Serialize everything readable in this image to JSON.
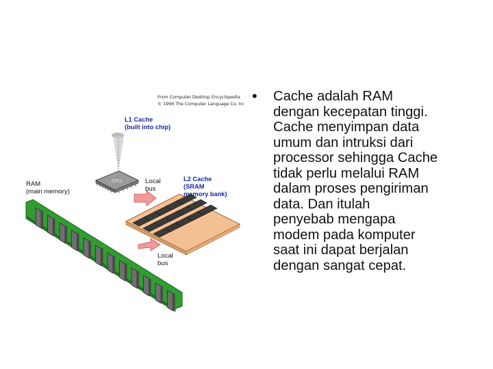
{
  "figure": {
    "credit_line1": "From Computer Desktop Encyclopedia",
    "credit_line2": "© 1996 The Computer Language Co. Inc.",
    "labels": {
      "l1_line1": "L1 Cache",
      "l1_line2": "(built into chip)",
      "ram_line1": "RAM",
      "ram_line2": "(main memory)",
      "cpu": "CPU",
      "local_bus_top_line1": "Local",
      "local_bus_top_line2": "bus",
      "l2_line1": "L2 Cache",
      "l2_line2": "(SRAM",
      "l2_line3": "memory bank)",
      "local_bus_bottom_line1": "Local",
      "local_bus_bottom_line2": "bus"
    },
    "colors": {
      "board_green": "#2f9e2f",
      "chip_gray": "#8a8a8a",
      "sram_board": "#f3b98a",
      "arrow": "#ee8888",
      "label_blue": "#1a2a9a"
    }
  },
  "bullet": {
    "symbol": "•",
    "text": "Cache adalah RAM\ndengan kecepatan tinggi.\nCache menyimpan data\numum dan intruksi dari\nprocessor sehingga Cache\ntidak perlu melalui RAM\ndalam proses  pengiriman\ndata. Dan itulah\npenyebab mengapa\nmodem pada komputer\nsaat ini dapat berjalan\ndengan sangat cepat."
  }
}
